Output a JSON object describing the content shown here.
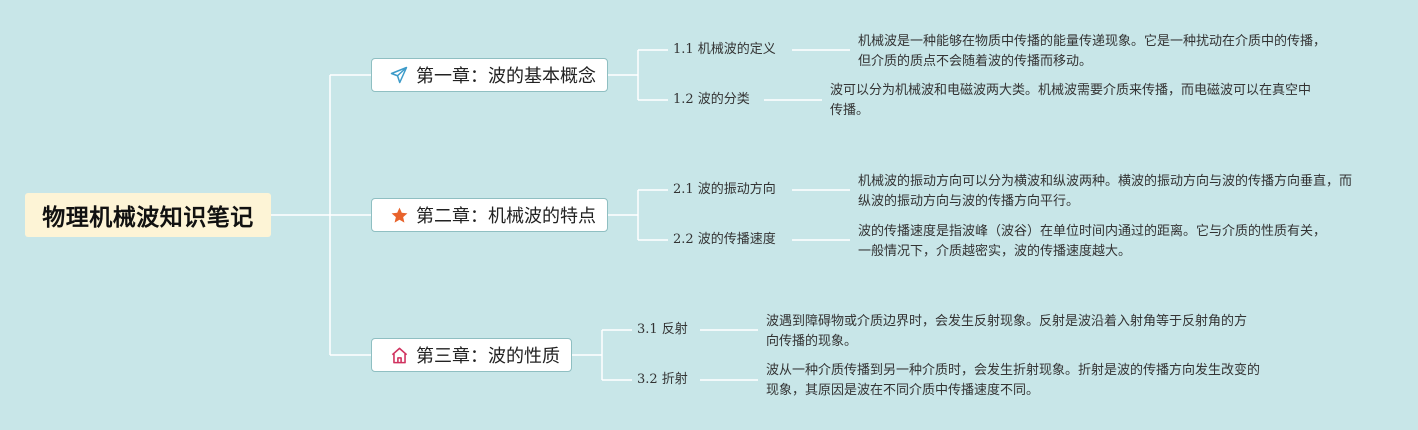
{
  "root": {
    "title": "物理机械波知识笔记"
  },
  "chapters": [
    {
      "icon": "paper-plane-icon",
      "title": "第一章：波的基本概念",
      "items": [
        {
          "label": "1.1 机械波的定义",
          "desc": "机械波是一种能够在物质中传播的能量传递现象。它是一种扰动在介质中的传播，但介质的质点不会随着波的传播而移动。"
        },
        {
          "label": "1.2 波的分类",
          "desc": "波可以分为机械波和电磁波两大类。机械波需要介质来传播，而电磁波可以在真空中传播。"
        }
      ]
    },
    {
      "icon": "star-icon",
      "title": "第二章：机械波的特点",
      "items": [
        {
          "label": "2.1 波的振动方向",
          "desc": "机械波的振动方向可以分为横波和纵波两种。横波的振动方向与波的传播方向垂直，而纵波的振动方向与波的传播方向平行。"
        },
        {
          "label": "2.2 波的传播速度",
          "desc": "波的传播速度是指波峰（波谷）在单位时间内通过的距离。它与介质的性质有关，一般情况下，介质越密实，波的传播速度越大。"
        }
      ]
    },
    {
      "icon": "home-icon",
      "title": "第三章：波的性质",
      "items": [
        {
          "label": "3.1 反射",
          "desc": "波遇到障碍物或介质边界时，会发生反射现象。反射是波沿着入射角等于反射角的方向传播的现象。"
        },
        {
          "label": "3.2 折射",
          "desc": "波从一种介质传播到另一种介质时，会发生折射现象。折射是波的传播方向发生改变的现象，其原因是波在不同介质中传播速度不同。"
        }
      ]
    }
  ],
  "colors": {
    "background": "#c8e6e8",
    "connector": "#ffffff",
    "root_fill": "#fdf4d6",
    "chapter_border": "#8fbfc2",
    "plane_icon": "#3d9bc9",
    "star_icon": "#e8632c",
    "home_icon": "#d0325f"
  }
}
